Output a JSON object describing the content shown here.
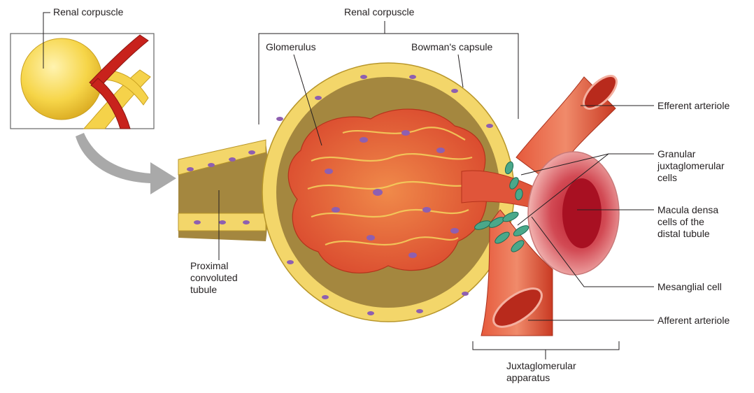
{
  "labels": {
    "inset_renal_corpuscle": "Renal corpuscle",
    "renal_corpuscle": "Renal corpuscle",
    "glomerulus": "Glomerulus",
    "bowmans_capsule": "Bowman's capsule",
    "efferent_arteriole": "Efferent arteriole",
    "granular_cells": "Granular\njuxtaglomerular\ncells",
    "macula_densa": "Macula densa\ncells of the\ndistal tubule",
    "mesanglial_cell": "Mesanglial cell",
    "afferent_arteriole": "Afferent arteriole",
    "proximal_tubule": "Proximal\nconvoluted\ntubule",
    "juxtaglomerular_apparatus": "Juxtaglomerular\napparatus"
  },
  "colors": {
    "capsule_yellow": "#f3d66a",
    "cell_purple": "#8e5fb0",
    "vessel_red": "#d9472d",
    "granular_green": "#4aa88a",
    "arrow_gray": "#a9a9a9"
  }
}
